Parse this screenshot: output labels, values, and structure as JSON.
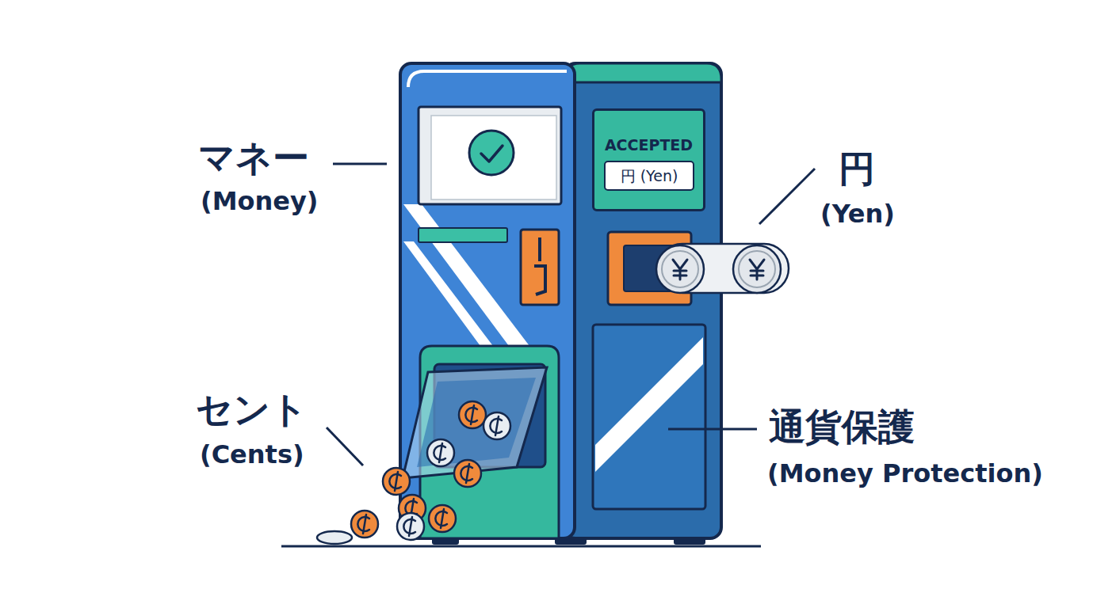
{
  "diagram": {
    "nodes": [
      {
        "text": [
          "ACCEPTED"
        ]
      },
      {
        "text": [
          "円 (Yen)"
        ],
        "in": 0
      }
    ],
    "labels": [
      "マネー",
      "(Money)",
      "円",
      "(Yen)",
      "セント",
      "(Cents)",
      "通貨保護",
      "(Money Protection)"
    ]
  }
}
